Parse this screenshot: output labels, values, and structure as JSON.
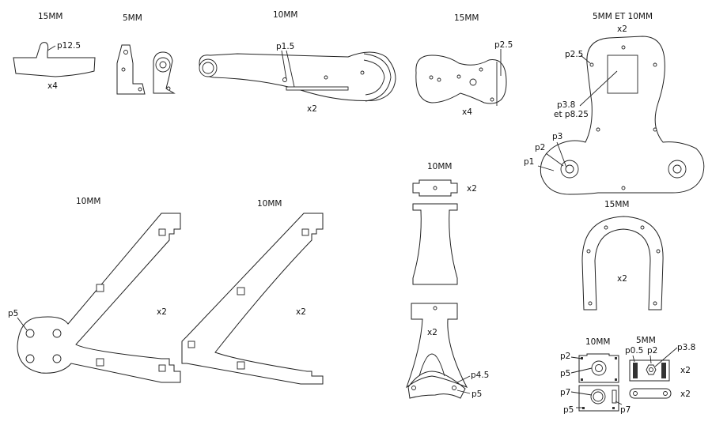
{
  "labels": {
    "p1_thick": "15MM",
    "p1_count": "x4",
    "p1_hole": "p12.5",
    "p2_thick": "5MM",
    "p3_thick": "10MM",
    "p3_hole": "p1.5",
    "p3_count": "x2",
    "p4_thick": "15MM",
    "p4_hole": "p2.5",
    "p4_count": "x4",
    "p5_thick": "5MM ET 10MM",
    "p5_count": "x2",
    "p5_hole_a": "p2.5",
    "p5_hole_b": "p3.8",
    "p5_hole_c": "et p8.25",
    "p5_hole_d": "p3",
    "p5_hole_e": "p2",
    "p5_hole_f": "p1",
    "p6_thick": "15MM",
    "p6_count": "x2",
    "p7_thick": "10MM",
    "p7_count": "x2",
    "p7_hole": "p5",
    "p8_thick": "10MM",
    "p8_count": "x2",
    "p9_thick": "10MM",
    "p9_count_a": "x2",
    "p9_count_b": "x2",
    "p9_hole_a": "p4.5",
    "p9_hole_b": "p5",
    "p10_thick": "10MM",
    "p10_h1": "p2",
    "p10_h2": "p5",
    "p10_h3": "p7",
    "p10_h4": "p5",
    "p10_h5": "p7",
    "p11_thick": "5MM",
    "p11_h1": "p0.5",
    "p11_h2": "p2",
    "p11_h3": "p3.8",
    "p11_count_a": "x2",
    "p11_count_b": "x2"
  }
}
